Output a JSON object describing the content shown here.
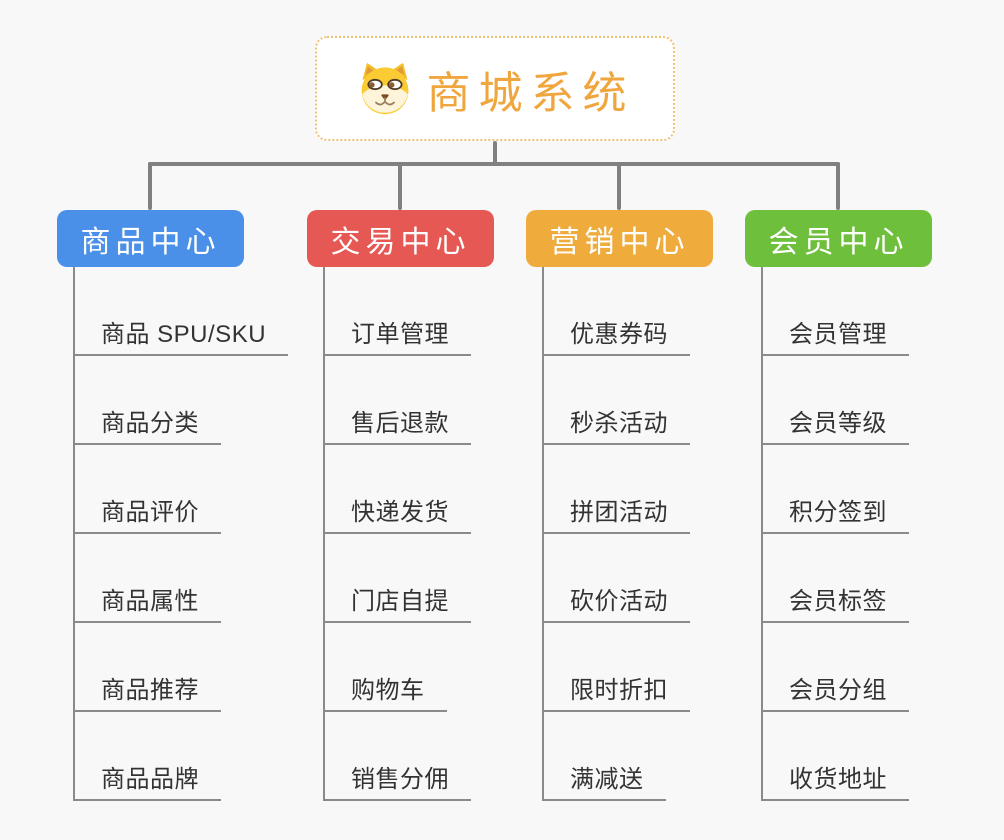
{
  "root": {
    "title": "商城系统",
    "title_color": "#F0A63E",
    "border_color": "#F2C170",
    "icon": "shiba-dog-face-icon"
  },
  "connector_color": "#808080",
  "line_color": "#8A8A8A",
  "background_color": "#F8F8F8",
  "branches": [
    {
      "label": "商品中心",
      "color": "#4A90E8",
      "items": [
        "商品 SPU/SKU",
        "商品分类",
        "商品评价",
        "商品属性",
        "商品推荐",
        "商品品牌"
      ]
    },
    {
      "label": "交易中心",
      "color": "#E65853",
      "items": [
        "订单管理",
        "售后退款",
        "快递发货",
        "门店自提",
        "购物车",
        "销售分佣"
      ]
    },
    {
      "label": "营销中心",
      "color": "#EFAC3C",
      "items": [
        "优惠券码",
        "秒杀活动",
        "拼团活动",
        "砍价活动",
        "限时折扣",
        "满减送"
      ]
    },
    {
      "label": "会员中心",
      "color": "#6EBF3C",
      "items": [
        "会员管理",
        "会员等级",
        "积分签到",
        "会员标签",
        "会员分组",
        "收货地址"
      ]
    }
  ]
}
